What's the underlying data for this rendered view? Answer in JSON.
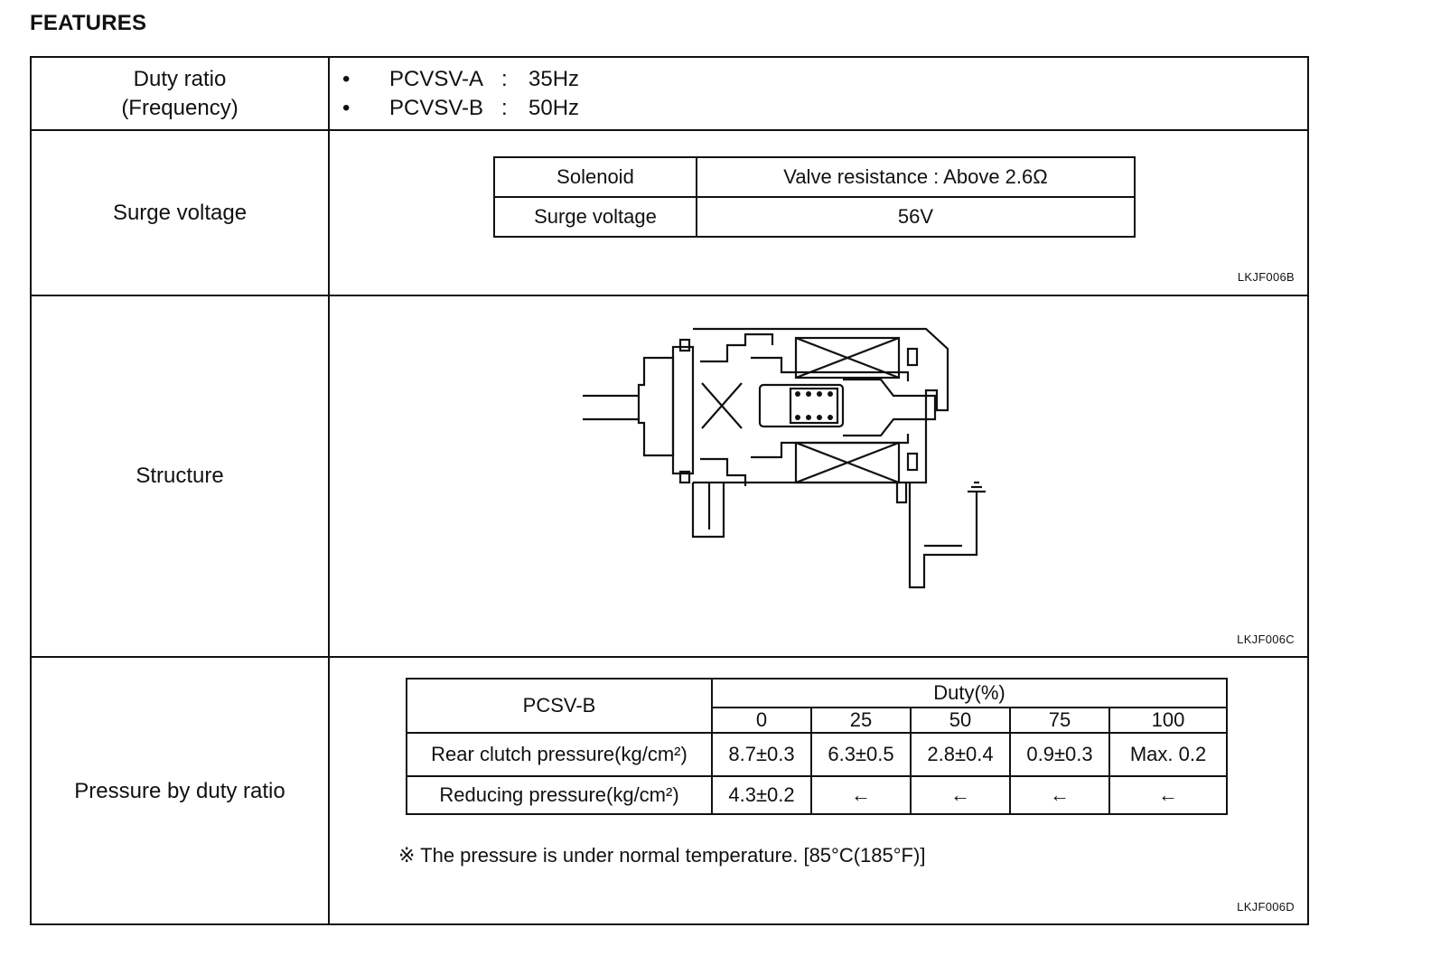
{
  "heading": "FEATURES",
  "duty_ratio": {
    "label_line1": "Duty ratio",
    "label_line2": "(Frequency)",
    "items": [
      {
        "bullet": "•",
        "name": "PCVSV-A",
        "sep": ":",
        "value": "35Hz"
      },
      {
        "bullet": "•",
        "name": "PCVSV-B",
        "sep": ":",
        "value": "50Hz"
      }
    ]
  },
  "surge_voltage": {
    "label": "Surge voltage",
    "table": {
      "row1": {
        "key": "Solenoid",
        "value": "Valve resistance : Above 2.6Ω"
      },
      "row2": {
        "key": "Surge voltage",
        "value": "56V"
      }
    },
    "code": "LKJF006B"
  },
  "structure": {
    "label": "Structure",
    "code": "LKJF006C"
  },
  "pressure": {
    "label": "Pressure by duty ratio",
    "table": {
      "corner": "PCSV-B",
      "group_header": "Duty(%)",
      "duty_values": [
        "0",
        "25",
        "50",
        "75",
        "100"
      ],
      "rows": [
        {
          "name": "Rear clutch pressure(kg/cm²)",
          "values": [
            "8.7±0.3",
            "6.3±0.5",
            "2.8±0.4",
            "0.9±0.3",
            "Max. 0.2"
          ]
        },
        {
          "name": "Reducing pressure(kg/cm²)",
          "values": [
            "4.3±0.2",
            "←",
            "←",
            "←",
            "←"
          ]
        }
      ]
    },
    "note": "※ The pressure is under normal temperature. [85°C(185°F)]",
    "code": "LKJF006D"
  }
}
